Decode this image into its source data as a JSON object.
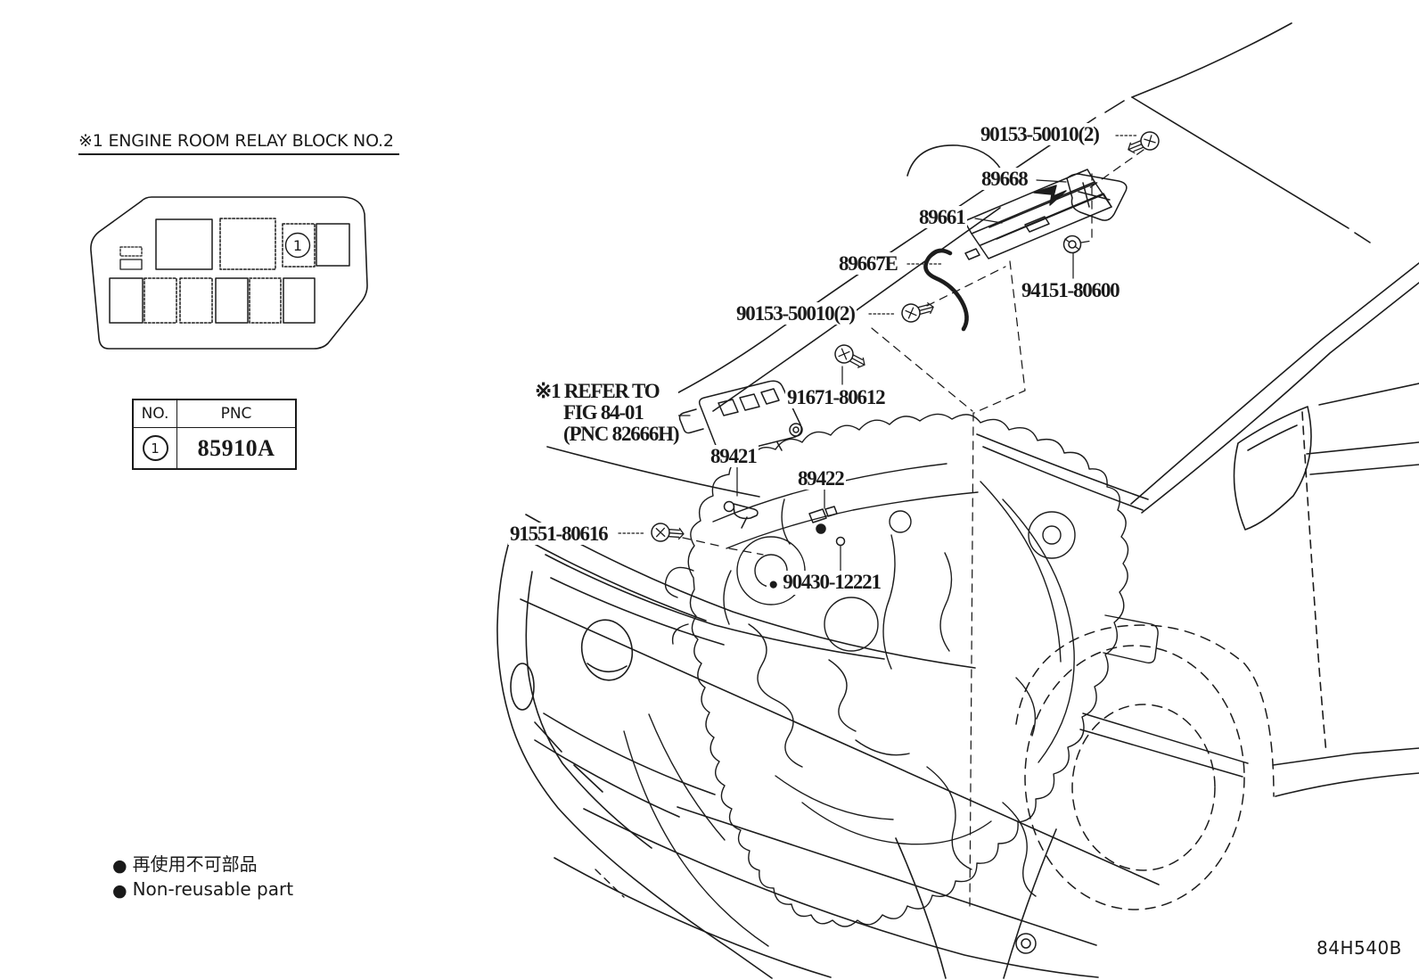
{
  "header": {
    "title": "※1 ENGINE ROOM RELAY BLOCK NO.2"
  },
  "inset": {
    "callout_number": "1"
  },
  "pnc_table": {
    "col_no": "NO.",
    "col_pnc": "PNC",
    "row_no": "1",
    "row_pnc": "85910A"
  },
  "labels": {
    "p90153_top": "90153-50010(2)",
    "p89668": "89668",
    "p89661": "89661",
    "p89667e": "89667E",
    "p94151": "94151-80600",
    "p90153_mid": "90153-50010(2)",
    "p91671": "91671-80612",
    "refer_line1": "※1 REFER TO",
    "refer_line2": "FIG 84-01",
    "refer_line3": "(PNC 82666H)",
    "p89421": "89421",
    "p89422": "89422",
    "p91551": "91551-80616",
    "p90430_bullet": "●",
    "p90430": "90430-12221"
  },
  "legend": {
    "bullet": "●",
    "jp": "再使用不可部品",
    "en": "Non-reusable part"
  },
  "figure_code": "84H540B"
}
